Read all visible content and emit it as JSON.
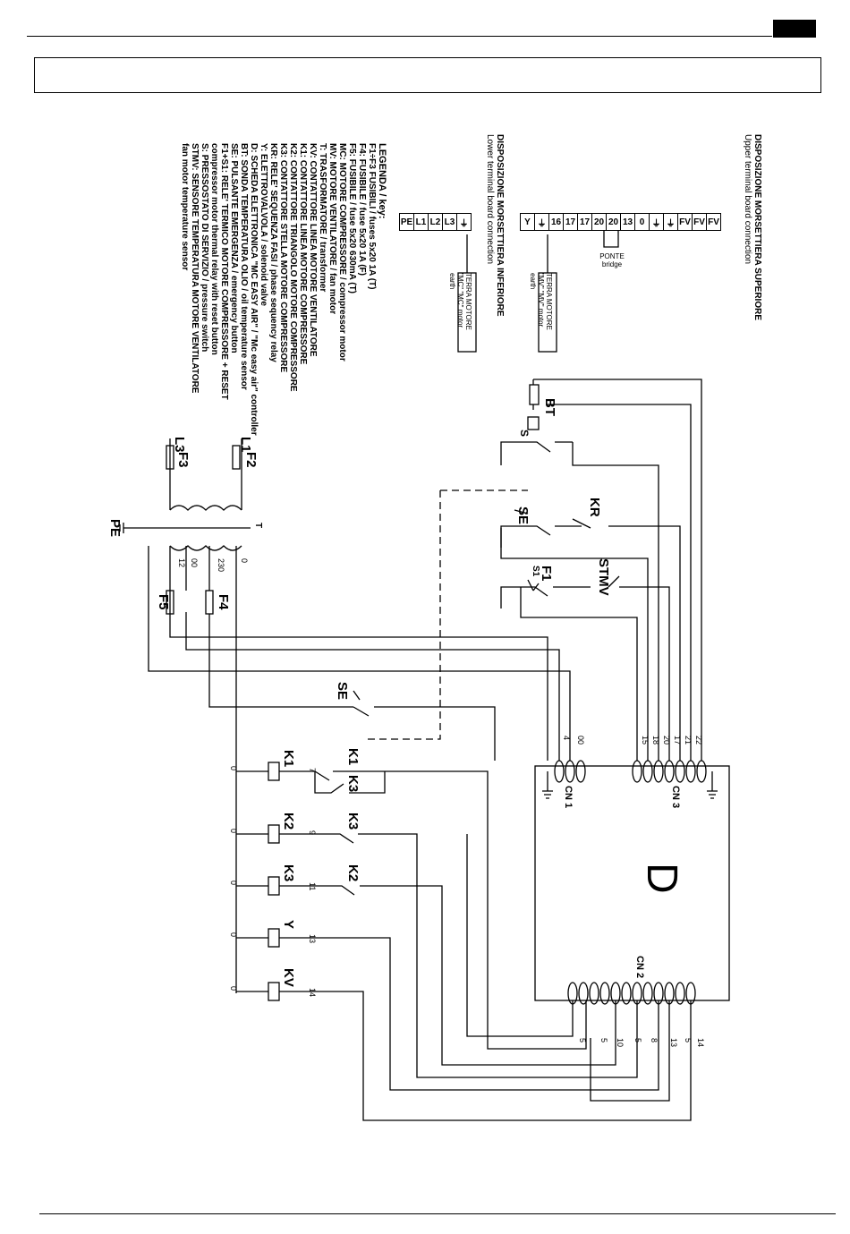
{
  "legend": {
    "title": "LEGENDA / key:",
    "items": [
      "F1÷F3 FUSIBILI / fuses 5x20 1A (T)",
      "F4: FUSIBILE / fuse 5x20 1A (F)",
      "F5: FUSIBILE / fuse 5x20 630mA (T)",
      "MC: MOTORE COMPRESSORE / compressor motor",
      "MV: MOTORE VENTILATORE / fan motor",
      "T: TRASFORMATORE / transformer",
      "KV: CONTATTORE LINEA MOTORE VENTILATORE",
      "K1: CONTATTORE LINEA MOTORE COMPRESSORE",
      "K2: CONTATTORE TRIANGOLO MOTORE COMPRESSORE",
      "K3: CONTATTORE STELLA MOTORE COMPRESSORE",
      "KR: RELE' SEQUENZA FASI / phase sequency relay",
      "Y: ELETTROVALVOLA / solenoid valve",
      "D: SCHEDA ELETTRONICA \"MC EASY AIR\" / \"Mc easy air\" controller",
      "BT: SONDA TEMPERATURA OLIO / oil temperature sensor",
      "SE: PULSANTE EMERGENZA / emergency button",
      "F1+S1: RELE' TERMICO MOTORE COMPRESSORE + RESET",
      "compressor motor thermal relay with reset button",
      "S: PRESSOSTATO DI SERVIZIO / pressure switch",
      "STMV: SENSORE TEMPERATURA MOTORE VENTILATORE",
      "fan motor temperature sensor"
    ]
  },
  "lower_board": {
    "title": "DISPOSIZIONE MORSETTIERA INFERIORE",
    "subtitle": "Lower terminal board connection",
    "terminals": [
      "PE",
      "L1",
      "L2",
      "L3",
      "⏚"
    ],
    "earth_label": "TERRA MOTORE \"MC\" \"MC\" motor earth"
  },
  "upper_board": {
    "title": "DISPOSIZIONE MORSETTIERA SUPERIORE",
    "subtitle": "Upper terminal board connection",
    "terminals": [
      "Y",
      "⏚",
      "16",
      "17",
      "17",
      "20",
      "20",
      "13",
      "0",
      "⏚",
      "⏚",
      "FV",
      "FV",
      "FV"
    ],
    "bridge_label": "PONTE bridge",
    "earth_label": "TERRA MOTORE \"MV\" \"MV\" motor earth"
  },
  "components": {
    "BT": "BT",
    "S": "S",
    "KR": "KR",
    "SE": "SE",
    "F1": "F1",
    "S1": "S1",
    "STMV": "STMV",
    "F2": "F2",
    "F3": "F3",
    "F4": "F4",
    "F5": "F5",
    "L1": "L1",
    "L3": "L3",
    "PE": "PE",
    "T": "T",
    "K1": "K1",
    "K2": "K2",
    "K3": "K3",
    "Y": "Y",
    "KV": "KV",
    "D": "D",
    "CN1": "CN 1",
    "CN2": "CN 2",
    "CN3": "CN 3"
  },
  "wire_numbers": {
    "cn3_pins": [
      "15",
      "18",
      "20",
      "17",
      "21",
      "22"
    ],
    "cn1_pins": [
      "4",
      "00"
    ],
    "cn2_pins": [
      "5",
      "5",
      "10",
      "5",
      "8",
      "13",
      "5",
      "14"
    ],
    "transformer": [
      "0",
      "230",
      "12",
      "00"
    ],
    "coil_rail": [
      "0",
      "0",
      "0",
      "0",
      "0"
    ],
    "coil_in": [
      "7",
      "9",
      "11",
      "13",
      "14"
    ]
  }
}
